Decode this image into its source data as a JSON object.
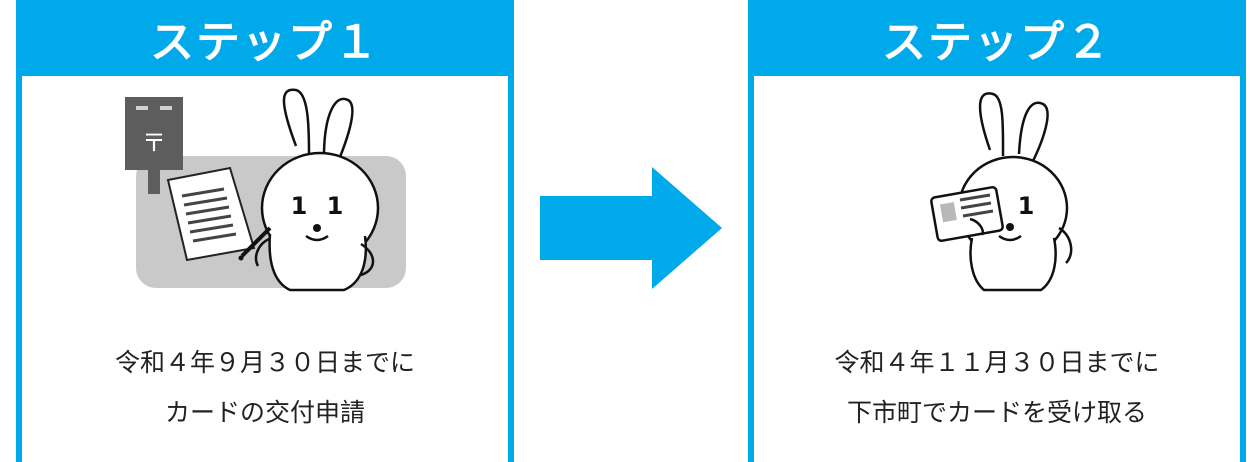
{
  "colors": {
    "accent": "#00a9ea",
    "text": "#222222",
    "illustration_gray": "#c9c9c9",
    "postbox_gray": "#5d5d5d"
  },
  "steps": [
    {
      "title": "ステップ１",
      "lines": [
        "令和４年９月３０日までに",
        "カードの交付申請"
      ],
      "illustration": "rabbit-mailing-application"
    },
    {
      "title": "ステップ２",
      "lines": [
        "令和４年１１月３０日までに",
        "下市町でカードを受け取る"
      ],
      "illustration": "rabbit-holding-card"
    }
  ],
  "arrow": {
    "icon": "right-arrow-icon"
  },
  "postbox": {
    "symbol": "〒"
  }
}
